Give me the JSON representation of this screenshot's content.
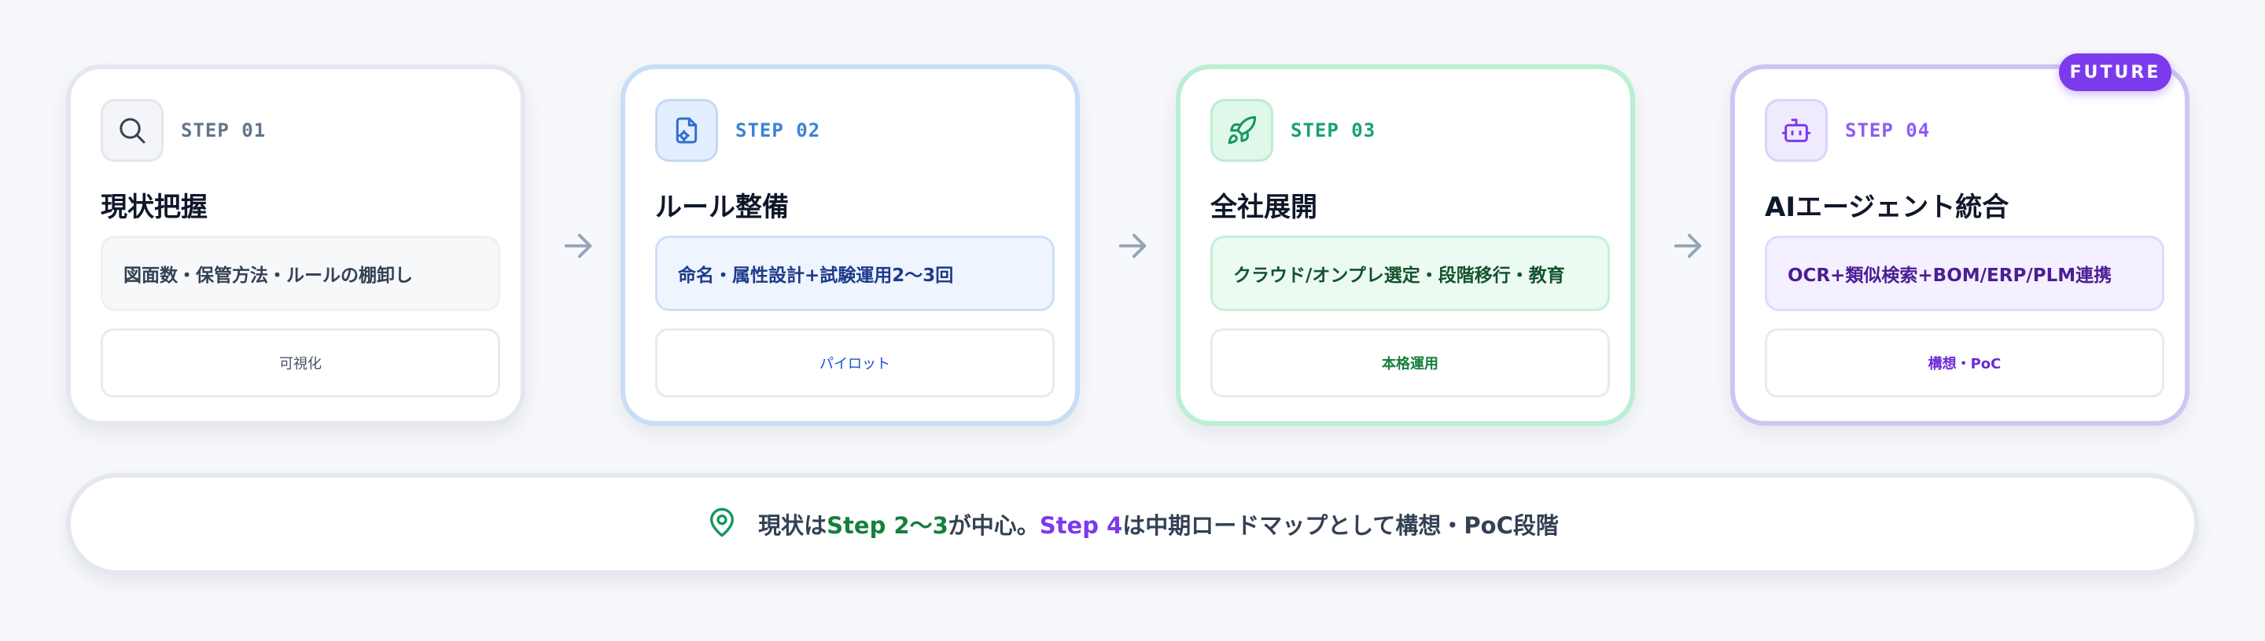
{
  "steps": [
    {
      "step_label": "STEP 01",
      "title": "現状把握",
      "description": "図面数・保管方法・ルールの棚卸し",
      "phase": "可視化",
      "icon": "search-icon"
    },
    {
      "step_label": "STEP 02",
      "title": "ルール整備",
      "description": "命名・属性設計+試験運用2〜3回",
      "phase": "パイロット",
      "icon": "file-settings-icon"
    },
    {
      "step_label": "STEP 03",
      "title": "全社展開",
      "description": "クラウド/オンプレ選定・段階移行・教育",
      "phase": "本格運用",
      "icon": "rocket-icon"
    },
    {
      "step_label": "STEP 04",
      "title": "AIエージェント統合",
      "description": "OCR+類似検索+BOM/ERP/PLM連携",
      "phase": "構想・PoC",
      "icon": "robot-icon"
    }
  ],
  "future_badge": "FUTURE",
  "arrow_icon": "arrow-right-icon",
  "banner": {
    "icon": "map-pin-icon",
    "part1": "現状は",
    "highlight1": "Step 2〜3",
    "part2": "が中心。",
    "highlight2": "Step 4",
    "part3": "は中期ロードマップとして構想・PoC段階"
  },
  "colors": {
    "step1_accent": "#64748b",
    "step2_accent": "#3b82d6",
    "step3_accent": "#16a36a",
    "step4_accent": "#7c3aed",
    "background": "#f7f8fb"
  }
}
